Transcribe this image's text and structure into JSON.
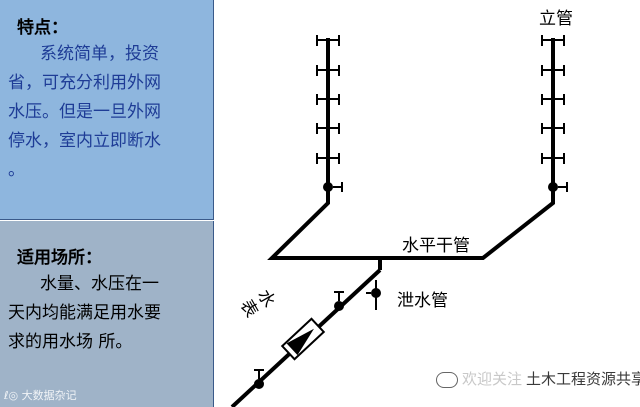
{
  "left_panel": {
    "features_heading": "特点：",
    "features_lines": [
      "系统简单，投资",
      "省，可充分利用外网",
      "水压。但是一旦外网",
      "停水，室内立即断水",
      "。"
    ],
    "usage_heading": "适用场所：",
    "usage_lines": [
      "水量、水压在一",
      "天内均能满足用水要",
      "求的用水场 所。"
    ],
    "watermark": "大数据杂记"
  },
  "diagram": {
    "riser_label": "立管",
    "main_label": "水平干管",
    "drain_label": "泄水管",
    "meter_label": "水表"
  },
  "footer_watermark": {
    "faded_text": "欢迎关注",
    "source_text": "土木工程资源共享"
  },
  "colors": {
    "panel_top": "#8eb6de",
    "panel_bottom": "#9fb3c8",
    "blue_text": "#1e3c96",
    "pipe": "#000000"
  }
}
